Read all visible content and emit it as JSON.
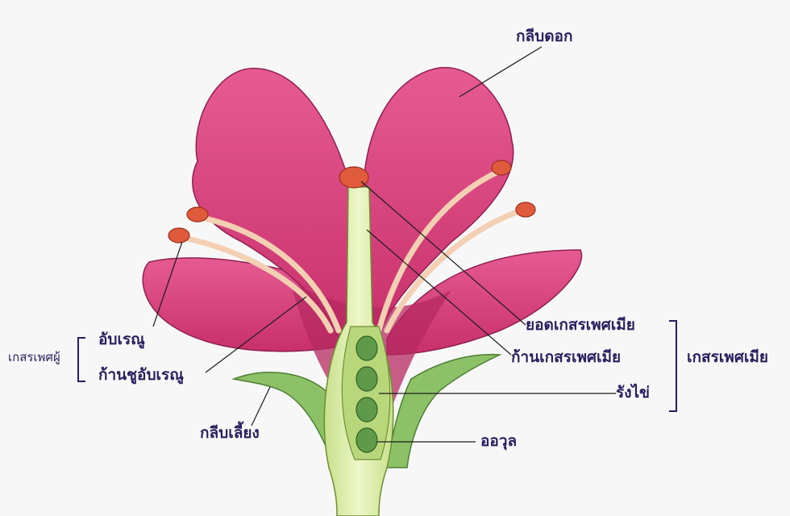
{
  "labels": {
    "petal": "กลีบดอก",
    "anther": "อับเรณู",
    "filament": "ก้านชูอับเรณู",
    "stamen_group": "เกสรเพศผู้",
    "stigma": "ยอดเกสรเพศเมีย",
    "style": "ก้านเกสรเพศเมีย",
    "ovary": "รังไข่",
    "pistil_group": "เกสรเพศเมีย",
    "sepal": "กลีบเลี้ยง",
    "ovule": "ออวุล"
  },
  "colors": {
    "petal": "#e0457e",
    "petal_dark": "#b82a63",
    "stamen_filament": "#f2c6a8",
    "anther": "#e05a3c",
    "pistil": "#d9eba0",
    "ovule": "#5f9a4a",
    "sepal": "#7fb85a",
    "label_text": "#2a1f5e"
  }
}
